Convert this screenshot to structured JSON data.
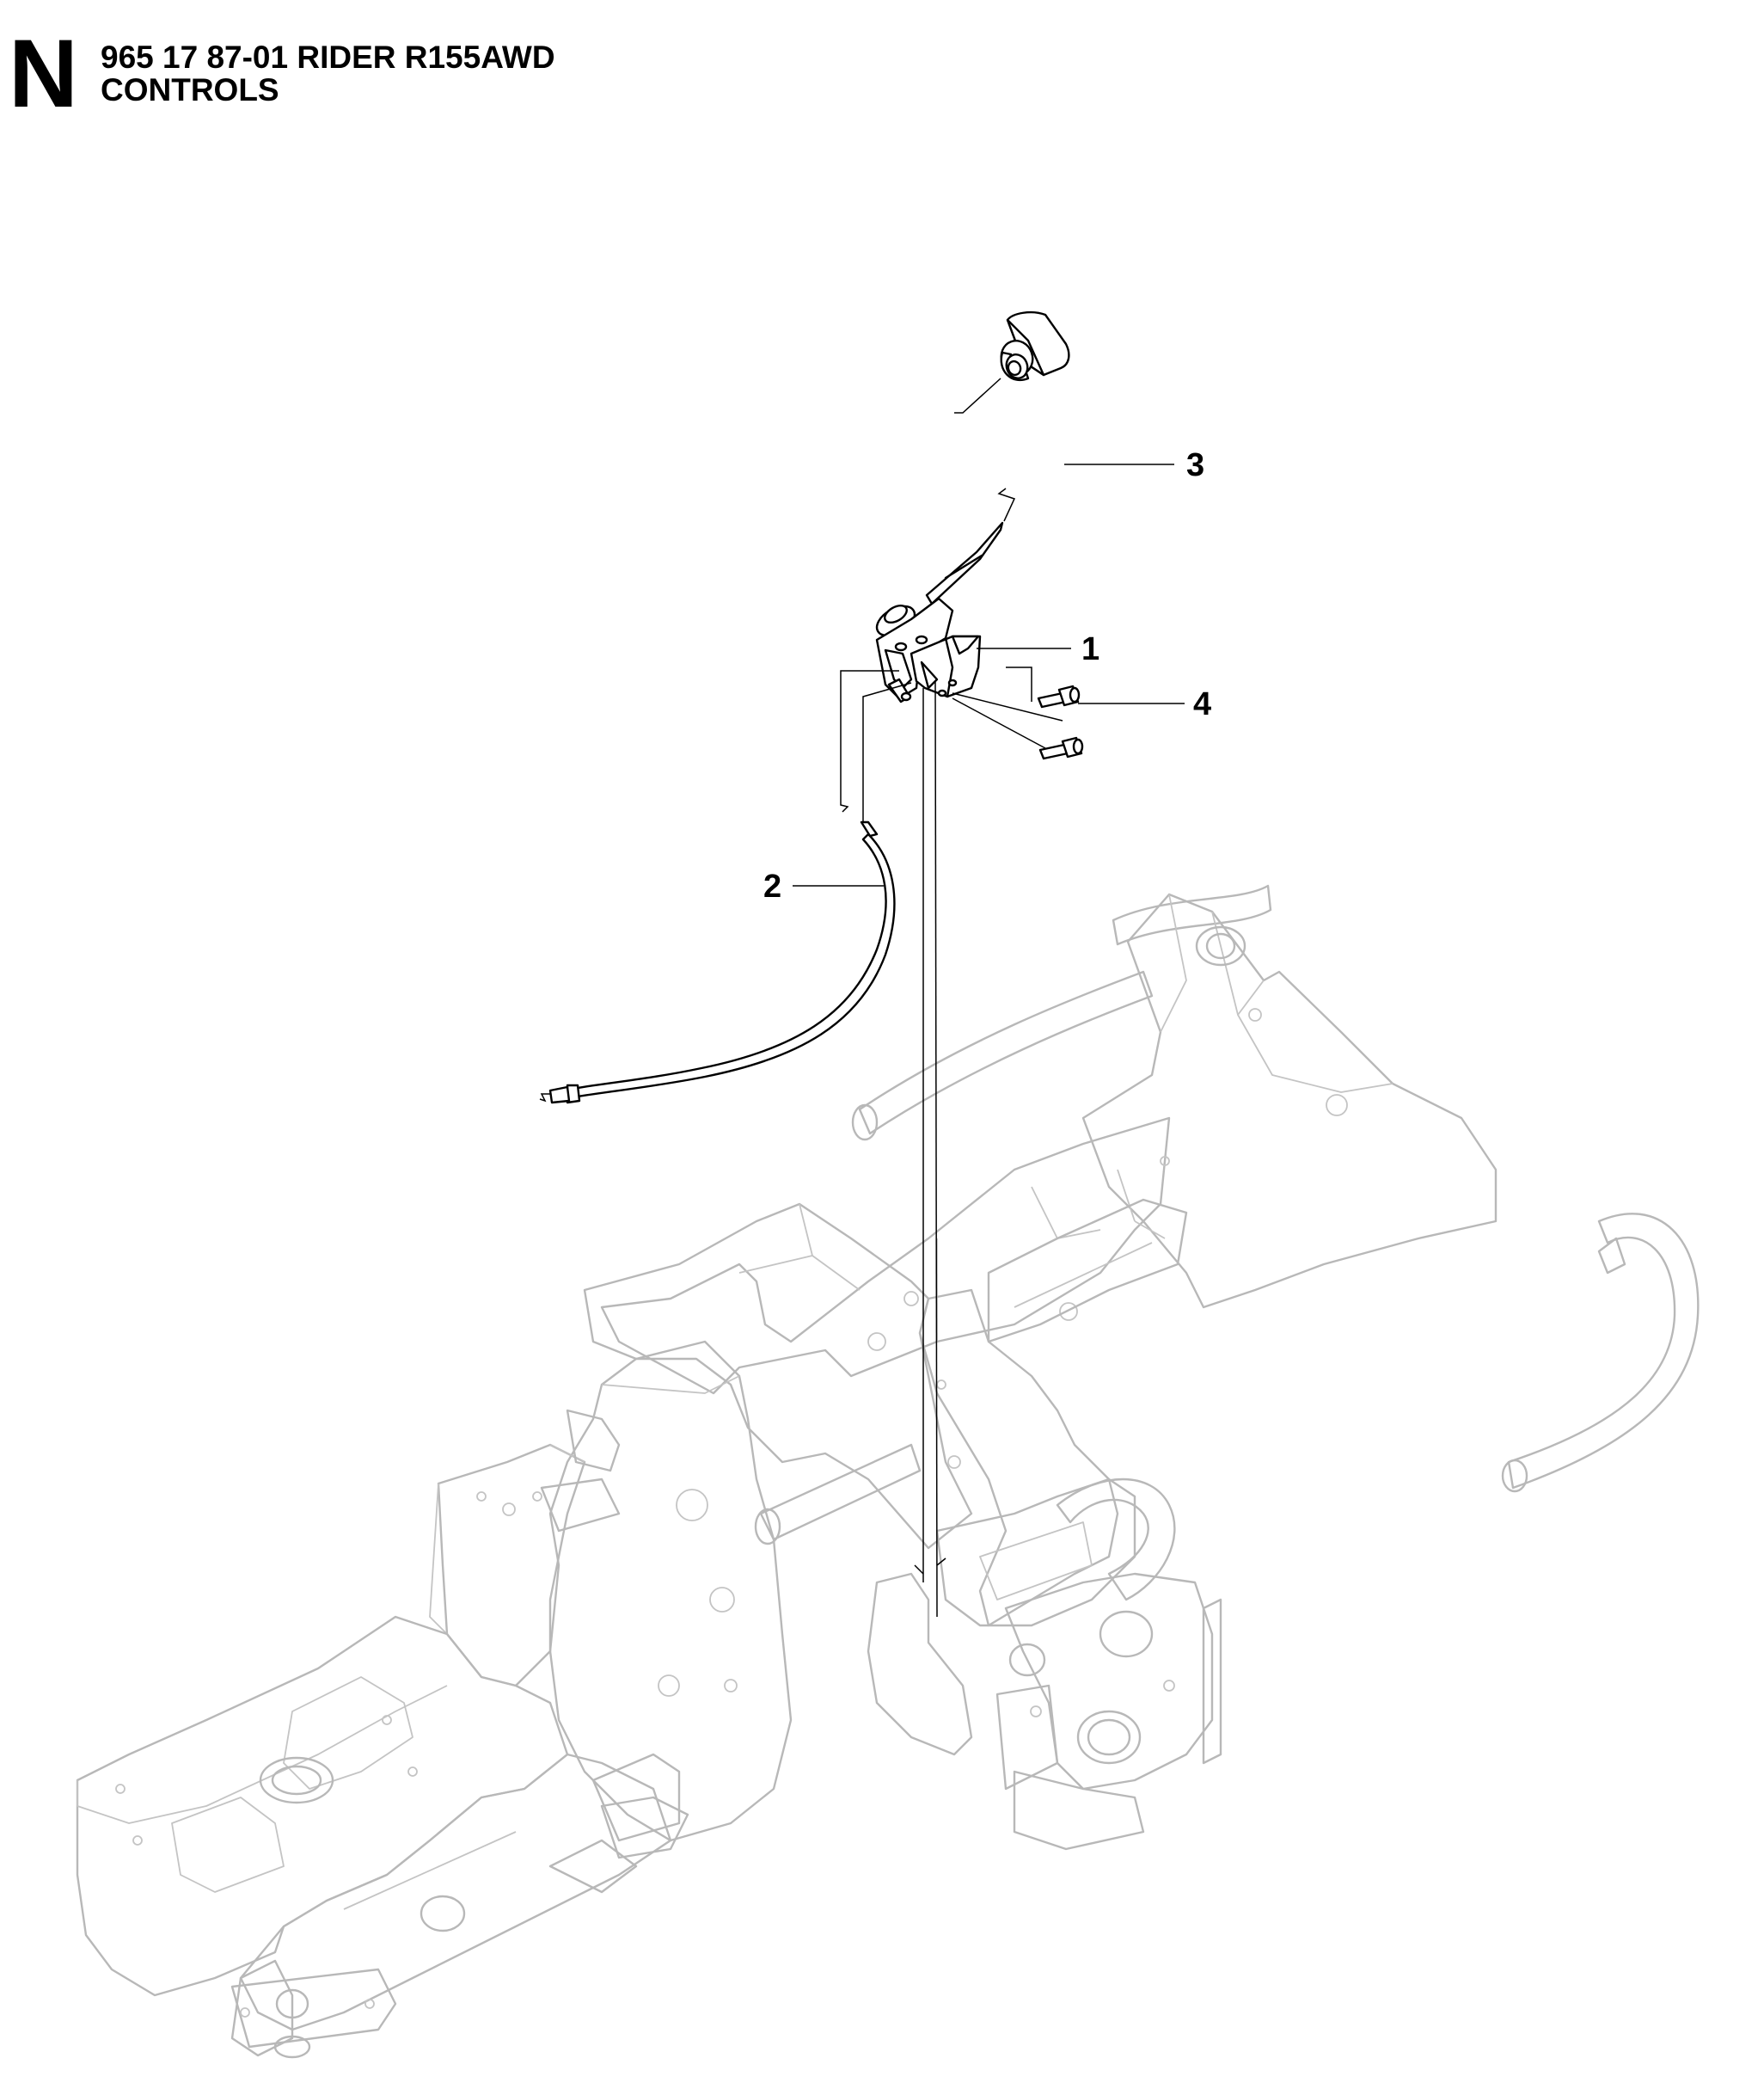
{
  "header": {
    "section_letter": "N",
    "title_line1": "965 17 87-01 RIDER R155AWD",
    "title_line2": "CONTROLS"
  },
  "callouts": [
    {
      "label": "1",
      "part": "control bracket"
    },
    {
      "label": "2",
      "part": "cable"
    },
    {
      "label": "3",
      "part": "knob"
    },
    {
      "label": "4",
      "part": "screw"
    }
  ],
  "colors": {
    "part_stroke": "#000000",
    "background_frame_stroke": "#b8b8b8"
  }
}
